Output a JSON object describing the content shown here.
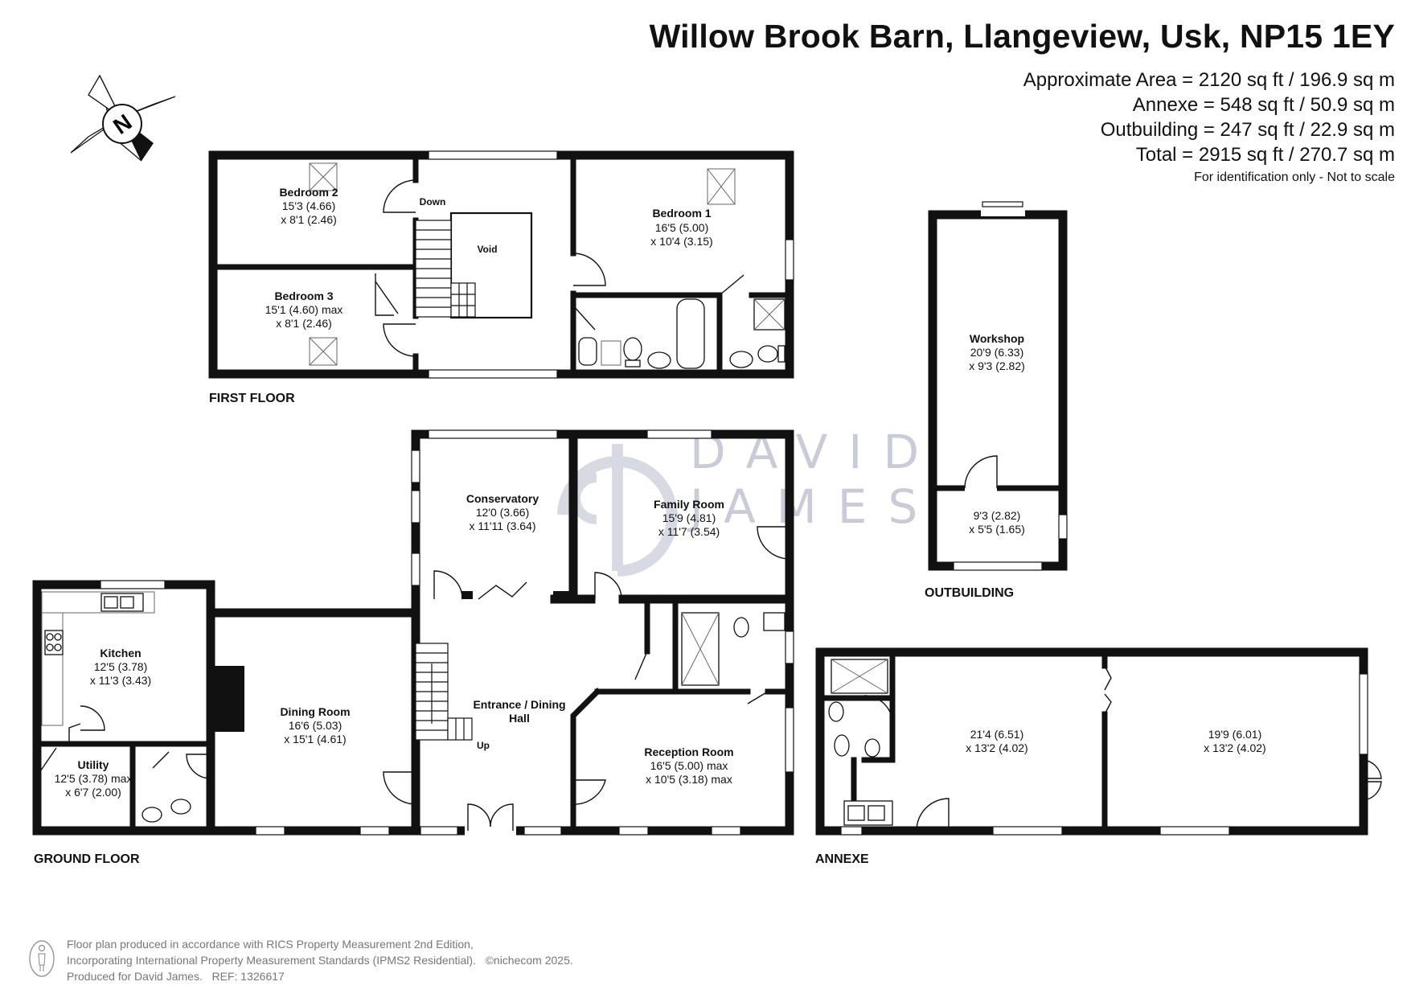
{
  "header": {
    "title": "Willow Brook Barn, Llangeview, Usk, NP15 1EY",
    "areas": [
      "Approximate Area = 2120 sq ft / 196.9 sq m",
      "Annexe = 548 sq ft / 50.9 sq m",
      "Outbuilding = 247 sq ft / 22.9 sq m",
      "Total = 2915 sq ft / 270.7 sq m"
    ],
    "note": "For identification only - Not to scale"
  },
  "compass": {
    "letter": "N"
  },
  "watermark": {
    "line1": "DAVID",
    "line2": "JAMES"
  },
  "floors": {
    "first": "FIRST FLOOR",
    "ground": "GROUND FLOOR",
    "outbuilding": "OUTBUILDING",
    "annexe": "ANNEXE"
  },
  "rooms": {
    "bedroom2": {
      "name": "Bedroom 2",
      "dim1": "15'3 (4.66)",
      "dim2": "x 8'1 (2.46)"
    },
    "bedroom3": {
      "name": "Bedroom 3",
      "dim1": "15'1 (4.60) max",
      "dim2": "x 8'1 (2.46)"
    },
    "void": {
      "name": "Void"
    },
    "down": {
      "name": "Down"
    },
    "bedroom1": {
      "name": "Bedroom 1",
      "dim1": "16'5 (5.00)",
      "dim2": "x 10'4 (3.15)"
    },
    "workshop": {
      "name": "Workshop",
      "dim1": "20'9 (6.33)",
      "dim2": "x 9'3 (2.82)"
    },
    "store": {
      "dim1": "9'3 (2.82)",
      "dim2": "x 5'5 (1.65)"
    },
    "conservatory": {
      "name": "Conservatory",
      "dim1": "12'0 (3.66)",
      "dim2": "x 11'11 (3.64)"
    },
    "family": {
      "name": "Family Room",
      "dim1": "15'9 (4.81)",
      "dim2": "x 11'7 (3.54)"
    },
    "kitchen": {
      "name": "Kitchen",
      "dim1": "12'5 (3.78)",
      "dim2": "x 11'3 (3.43)"
    },
    "dining": {
      "name": "Dining Room",
      "dim1": "16'6 (5.03)",
      "dim2": "x 15'1 (4.61)"
    },
    "entrance": {
      "name1": "Entrance / Dining",
      "name2": "Hall"
    },
    "up": {
      "name": "Up"
    },
    "utility": {
      "name": "Utility",
      "dim1": "12'5 (3.78) max",
      "dim2": "x 6'7 (2.00)"
    },
    "reception": {
      "name": "Reception Room",
      "dim1": "16'5 (5.00) max",
      "dim2": "x 10'5 (3.18) max"
    },
    "annexe1": {
      "dim1": "21'4 (6.51)",
      "dim2": "x 13'2 (4.02)"
    },
    "annexe2": {
      "dim1": "19'9 (6.01)",
      "dim2": "x 13'2 (4.02)"
    }
  },
  "footer": {
    "line1": "Floor plan produced in accordance with RICS Property Measurement 2nd Edition,",
    "line2a": "Incorporating International Property Measurement Standards (IPMS2 Residential).",
    "line2b": "©nichecom 2025.",
    "line3": "Produced for David James.   REF: 1326617"
  }
}
